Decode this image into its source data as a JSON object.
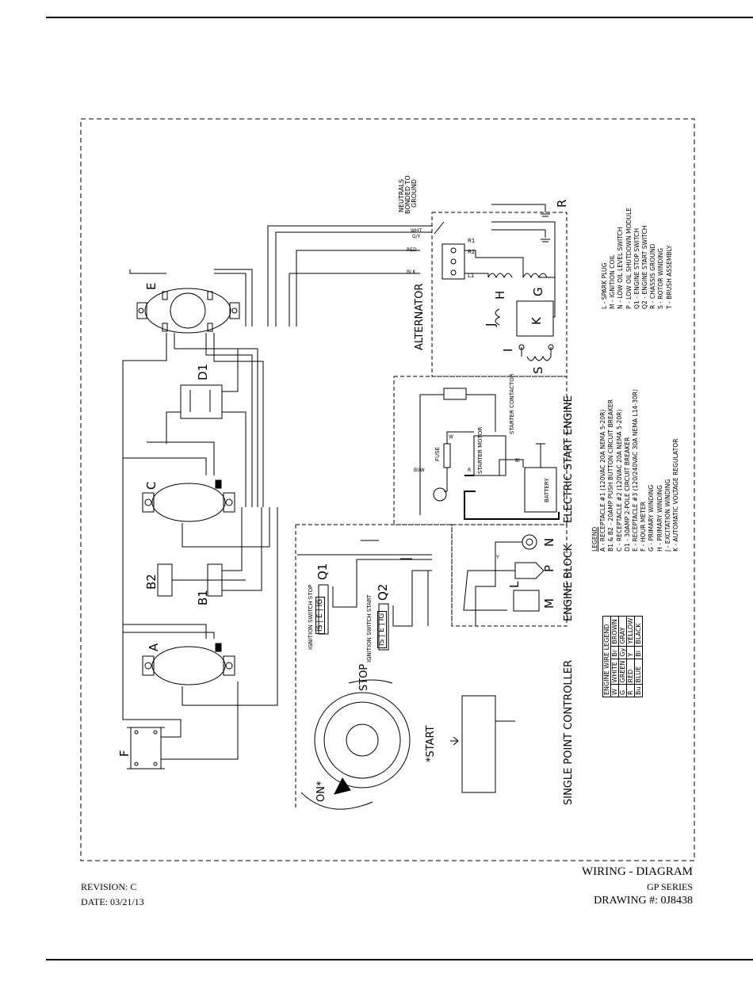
{
  "footer": {
    "title": "WIRING - DIAGRAM",
    "series": "GP SERIES",
    "drawing": "DRAWING #: 0J8438",
    "revision": "REVISION: C",
    "date": "DATE: 03/21/13"
  },
  "sections": {
    "alternator": "ALTERNATOR",
    "electric_start": "ELECTRIC START ENGINE",
    "engine_block": "ENGINE BLOCK",
    "controller": "SINGLE POINT CONTROLLER"
  },
  "neutrals_note": [
    "NEUTRALS",
    "BONDED TO",
    "GROUND"
  ],
  "components": {
    "E": "E",
    "D1": "D1",
    "C": "C",
    "B1": "B1",
    "B2": "B2",
    "A": "A",
    "F": "F",
    "H": "H",
    "J": "J",
    "K": "K",
    "G": "G",
    "I": "I",
    "S": "S",
    "R": "R",
    "Q1": "Q1",
    "Q2": "Q2",
    "N": "N",
    "P": "P",
    "L": "L",
    "M": "M"
  },
  "labels": {
    "starter_contactor": "STARTER CONTACTOR",
    "starter_motor": "STARTER MOTOR",
    "battery": "BATTERY",
    "fuse": "FUSE",
    "ignition_stop": "IGNITION SWITCH STOP",
    "ignition_start": "IGNITION SWITCH START",
    "stop": "STOP",
    "on": "ON*",
    "start": "*START",
    "is_eig": [
      "IS",
      "E",
      "IG"
    ]
  },
  "legend": {
    "title": "LEGEND",
    "items": [
      "A - RECEPTACLE #1 (120VAC 20A NEMA 5-20R)",
      "B1 & B2 - 20AMP PUSH BUTTON CIRCUIT BREAKER",
      "C - RECEPTACLE #2 (120VAC 20A NEMA 5-20R)",
      "D1 - 30AMP 2-POLE CIRCUIT BREAKER",
      "E - RECEPTACLE #3 (120/240VAC 30A NEMA L14-30R)",
      "F - HOUR METER",
      "G - PRIMARY WINDING",
      "H - PRIMARY WINDING",
      "J - EXCITATION WINDING",
      "K - AUTOMATIC VOLTAGE REGULATOR"
    ],
    "items2": [
      "L - SPARK PLUG",
      "M - IGNITION COIL",
      "N - LOW OIL LEVEL SWITCH",
      "P - LOW OIL SHUTDOWN MODULE",
      "Q1 - ENGINE STOP SWITCH",
      "Q2 - ENGINE START SWITCH",
      "R - CHASSIS GROUND",
      "S - ROTOR WINDING",
      "T - BRUSH ASSEMBLY"
    ]
  },
  "wire_legend": {
    "title": "ENGINE WIRE LEGEND",
    "rows": [
      [
        "W",
        "WHITE",
        "Br",
        "BROWN"
      ],
      [
        "G",
        "GREEN",
        "Gy",
        "GRAY"
      ],
      [
        "R",
        "RED",
        "Y",
        "YELLOW"
      ],
      [
        "Bu",
        "BLUE",
        "Bl",
        "BLACK"
      ]
    ]
  },
  "wires": {
    "gy": "G/Y",
    "wht": "WHT",
    "red": "RED",
    "blk": "BLK",
    "bl": "Bl",
    "blw": "Bl/W",
    "r": "R",
    "w": "W",
    "y": "Y",
    "r1": "R1",
    "r2": "R2",
    "l1": "L1"
  }
}
